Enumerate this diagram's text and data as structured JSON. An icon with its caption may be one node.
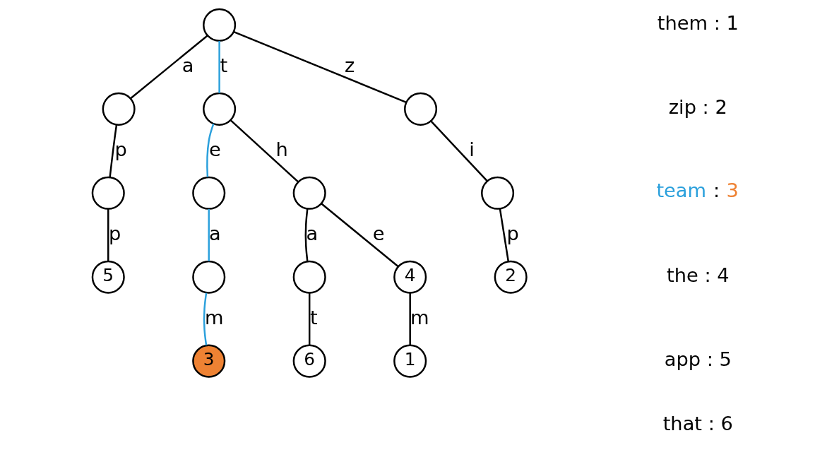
{
  "diagram": {
    "nodes": [
      {
        "text": [],
        "shape": "circle"
      },
      {
        "text": [],
        "shape": "circle"
      },
      {
        "text": [],
        "shape": "circle"
      },
      {
        "text": [],
        "shape": "circle"
      },
      {
        "text": [],
        "shape": "circle"
      },
      {
        "text": [],
        "shape": "circle"
      },
      {
        "text": [],
        "shape": "circle"
      },
      {
        "text": [],
        "shape": "circle"
      },
      {
        "text": [
          "5"
        ]
      },
      {
        "text": [],
        "shape": "circle"
      },
      {
        "text": [],
        "shape": "circle"
      },
      {
        "text": [
          "4"
        ]
      },
      {
        "text": [
          "2"
        ]
      },
      {
        "text": [
          "3"
        ]
      },
      {
        "text": [
          "6"
        ]
      },
      {
        "text": [
          "1"
        ]
      }
    ],
    "edges": [
      {
        "from": 0,
        "to": 1,
        "arrow": "none",
        "label": "a"
      },
      {
        "from": 0,
        "to": 2,
        "arrow": "none",
        "label": "t",
        "color": "#2ba0dc"
      },
      {
        "from": 0,
        "to": 3,
        "arrow": "none",
        "label": "z"
      },
      {
        "from": 1,
        "to": 4,
        "arrow": "none",
        "label": "p"
      },
      {
        "from": 2,
        "to": 5,
        "arrow": "none",
        "label": "e",
        "color": "#2ba0dc"
      },
      {
        "from": 2,
        "to": 6,
        "arrow": "none",
        "label": "h"
      },
      {
        "from": 3,
        "to": 7,
        "arrow": "none",
        "label": "i"
      },
      {
        "from": 4,
        "to": 8,
        "arrow": "none",
        "label": "p"
      },
      {
        "from": 5,
        "to": 9,
        "arrow": "none",
        "label": "a",
        "color": "#2ba0dc"
      },
      {
        "from": 6,
        "to": 10,
        "arrow": "none",
        "label": "a"
      },
      {
        "from": 6,
        "to": 11,
        "arrow": "none",
        "label": "e"
      },
      {
        "from": 7,
        "to": 12,
        "arrow": "none",
        "label": "p"
      },
      {
        "from": 9,
        "to": 13,
        "arrow": "none",
        "label": "m",
        "color": "#2ba0dc"
      },
      {
        "from": 10,
        "to": 14,
        "arrow": "none",
        "label": "t"
      },
      {
        "from": 11,
        "to": 15,
        "arrow": "none",
        "label": "m"
      }
    ],
    "labels": [
      "them : 1",
      "zip : 2",
      "team : 3",
      "the : 4",
      "app : 5",
      "that : 6"
    ]
  }
}
